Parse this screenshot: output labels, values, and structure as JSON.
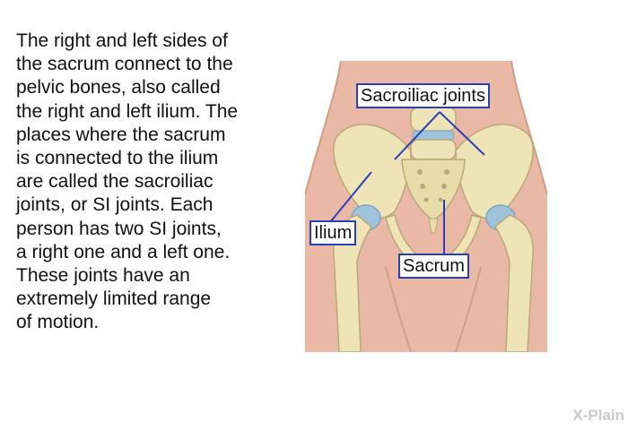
{
  "paragraph": {
    "lines": [
      "The right and left sides of",
      "the sacrum connect to the",
      "pelvic bones, also called",
      "the right and left ilium. The",
      "places where the sacrum",
      "is connected to the ilium",
      "are called the sacroiliac",
      "joints, or SI joints. Each",
      "person has two SI joints,",
      "a right one and a left one.",
      "These joints have an",
      "extremely limited range",
      "of motion."
    ]
  },
  "figure": {
    "labels": {
      "sacroiliac": "Sacroiliac joints",
      "ilium": "Ilium",
      "sacrum": "Sacrum"
    },
    "colors": {
      "skin": "#e9b9a5",
      "bone": "#efe4b8",
      "cartilage": "#9fc3da",
      "label_border": "#2a3fb5"
    }
  },
  "branding": {
    "logo": "X-Plain"
  }
}
